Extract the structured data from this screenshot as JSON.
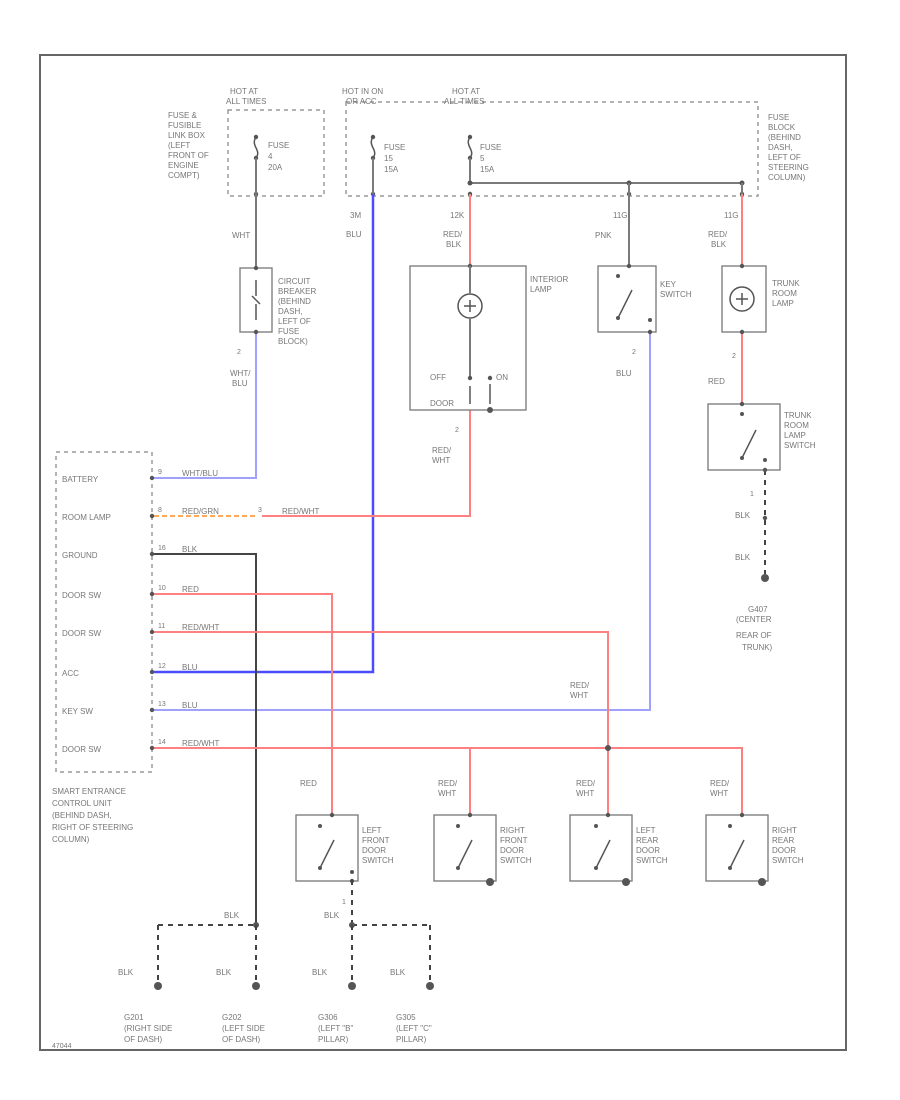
{
  "hot": [
    {
      "l1": "HOT AT",
      "l2": "ALL TIMES"
    },
    {
      "l1": "HOT IN ON",
      "l2": "OR ACC"
    },
    {
      "l1": "HOT AT",
      "l2": "ALL TIMES"
    }
  ],
  "fuses": [
    {
      "name": "FUSE",
      "num": "4",
      "amp": "20A"
    },
    {
      "name": "FUSE",
      "num": "15",
      "amp": "15A"
    },
    {
      "name": "FUSE",
      "num": "5",
      "amp": "15A"
    }
  ],
  "fuse_link_desc": [
    "FUSE &",
    "FUSIBLE",
    "LINK BOX",
    "(LEFT",
    "FRONT OF",
    "ENGINE",
    "COMPT)"
  ],
  "fuse_block_desc": [
    "FUSE",
    "BLOCK",
    "(BEHIND",
    "DASH,",
    "LEFT OF",
    "STEERING",
    "COLUMN)"
  ],
  "wires": {
    "whtop": "WHT",
    "blu_acc_num": "3M",
    "blu_acc": "BLU",
    "redblk1_num": "12K",
    "redblk1": [
      "RED/",
      "BLK"
    ],
    "pnk_num": "11G",
    "pnk": "PNK",
    "redblk2_num": "11G",
    "redblk2": [
      "RED/",
      "BLK"
    ],
    "cb_pin": "2",
    "cb_wire": [
      "WHT/",
      "BLU"
    ],
    "int_pin": "2",
    "int_wire": [
      "RED/",
      "WHT"
    ],
    "key_pin": "2",
    "key_wire": "BLU",
    "trunk_pin": "2",
    "trunk_red": "RED",
    "trunk_sw_pin": "1",
    "blk_a": "BLK",
    "blk_b": "BLK",
    "redwht_key": [
      "RED/",
      "WHT"
    ]
  },
  "circuit_breaker": [
    "CIRCUIT",
    "BREAKER",
    "(BEHIND",
    "DASH,",
    "LEFT OF",
    "FUSE",
    "BLOCK)"
  ],
  "interior_lamp": {
    "name": [
      "INTERIOR",
      "LAMP"
    ],
    "off": "OFF",
    "on": "ON",
    "door": "DOOR"
  },
  "key_switch": [
    "KEY",
    "SWITCH"
  ],
  "trunk_lamp": [
    "TRUNK",
    "ROOM",
    "LAMP"
  ],
  "trunk_switch": [
    "TRUNK",
    "ROOM",
    "LAMP",
    "SWITCH"
  ],
  "ground_trunk": [
    "G407",
    "(CENTER",
    "REAR OF",
    "TRUNK)"
  ],
  "unit_pins": [
    {
      "label": "BATTERY",
      "pin": "9",
      "wire": "WHT/BLU"
    },
    {
      "label": "ROOM LAMP",
      "pin": "8",
      "wire": "RED/GRN",
      "cont": "RED/WHT",
      "cpin": "3"
    },
    {
      "label": "GROUND",
      "pin": "16",
      "wire": "BLK"
    },
    {
      "label": "DOOR SW",
      "pin": "10",
      "wire": "RED"
    },
    {
      "label": "DOOR SW",
      "pin": "11",
      "wire": "RED/WHT"
    },
    {
      "label": "ACC",
      "pin": "12",
      "wire": "BLU"
    },
    {
      "label": "KEY SW",
      "pin": "13",
      "wire": "BLU"
    },
    {
      "label": "DOOR SW",
      "pin": "14",
      "wire": "RED/WHT"
    }
  ],
  "unit_desc": [
    "SMART ENTRANCE",
    "CONTROL UNIT",
    "(BEHIND DASH,",
    "RIGHT OF STEERING",
    "COLUMN)"
  ],
  "door_switches": [
    {
      "wire": [
        "RED"
      ],
      "name": [
        "LEFT",
        "FRONT",
        "DOOR",
        "SWITCH"
      ]
    },
    {
      "wire": [
        "RED/",
        "WHT"
      ],
      "name": [
        "RIGHT",
        "FRONT",
        "DOOR",
        "SWITCH"
      ]
    },
    {
      "wire": [
        "RED/",
        "WHT"
      ],
      "name": [
        "LEFT",
        "REAR",
        "DOOR",
        "SWITCH"
      ]
    },
    {
      "wire": [
        "RED/",
        "WHT"
      ],
      "name": [
        "RIGHT",
        "REAR",
        "DOOR",
        "SWITCH"
      ]
    }
  ],
  "grounds": [
    {
      "wire": "BLK",
      "name": [
        "G201",
        "(RIGHT SIDE",
        "OF DASH)"
      ]
    },
    {
      "wire": "BLK",
      "name": [
        "G202",
        "(LEFT SIDE",
        "OF DASH)"
      ]
    },
    {
      "wire": "BLK",
      "name": [
        "G306",
        "(LEFT \"B\"",
        "PILLAR)"
      ]
    },
    {
      "wire": "BLK",
      "name": [
        "G305",
        "(LEFT \"C\"",
        "PILLAR)"
      ]
    }
  ],
  "lfd_pin": "1",
  "ground_bus_wire": "BLK",
  "bottom_code": "47044"
}
